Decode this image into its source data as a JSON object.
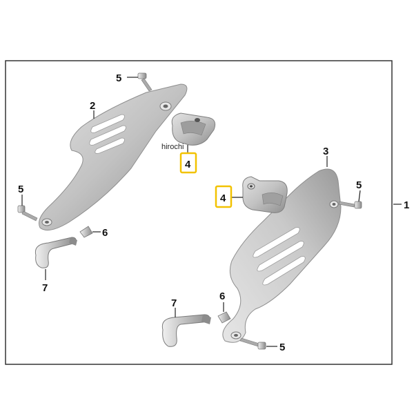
{
  "diagram": {
    "colors": {
      "frame": "#333333",
      "part_fill": "#c4c4c4",
      "part_shade": "#9a9a9a",
      "slot_fill": "#ffffff",
      "highlight": "#f2c200"
    },
    "callouts": {
      "one": "1",
      "two": "2",
      "three": "3",
      "four_left": "4",
      "four_right": "4",
      "five_top": "5",
      "five_left": "5",
      "five_right": "5",
      "five_bottom": "5",
      "six_left": "6",
      "six_right": "6",
      "seven_left": "7",
      "seven_right": "7"
    },
    "overlay_text": "hirochi"
  }
}
